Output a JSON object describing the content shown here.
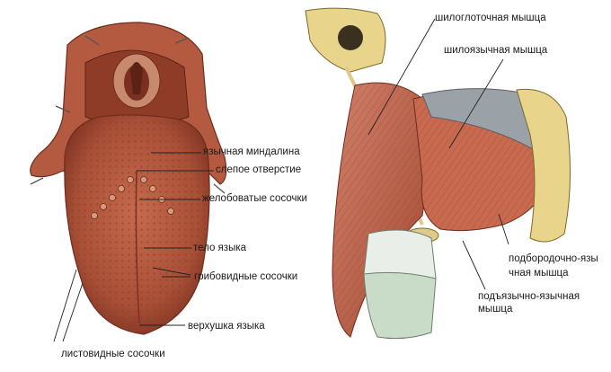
{
  "labels": {
    "lingual_tonsil": "язычная миндалина",
    "foramen_caecum": "слепое отверстие",
    "vallate_papillae": "желобоватые сосочки",
    "tongue_body": "тело языка",
    "fungiform_papillae": "грибовидные сосочки",
    "tongue_apex": "верхушка языка",
    "foliate_papillae": "листовидные сосочки",
    "styloglossus_pharyngeal": "шилоглоточная мышца",
    "styloglossus": "шилоязычная мышца",
    "genioglossus_line1": "подбородочно-язы",
    "genioglossus_line2": "чная мышца",
    "hyoglossus_line1": "подъязычно-язычная",
    "hyoglossus_line2": "мышца"
  },
  "colors": {
    "tongue": "#b5593f",
    "tongue_dark": "#7e3322",
    "tongue_light": "#d98f6f",
    "muscle": "#c46a52",
    "muscle_dark": "#8e3a28",
    "bone": "#e8d48a",
    "cartilage": "#c9dcc8",
    "mucosa": "#9aa2a8",
    "leader": "#222222"
  }
}
